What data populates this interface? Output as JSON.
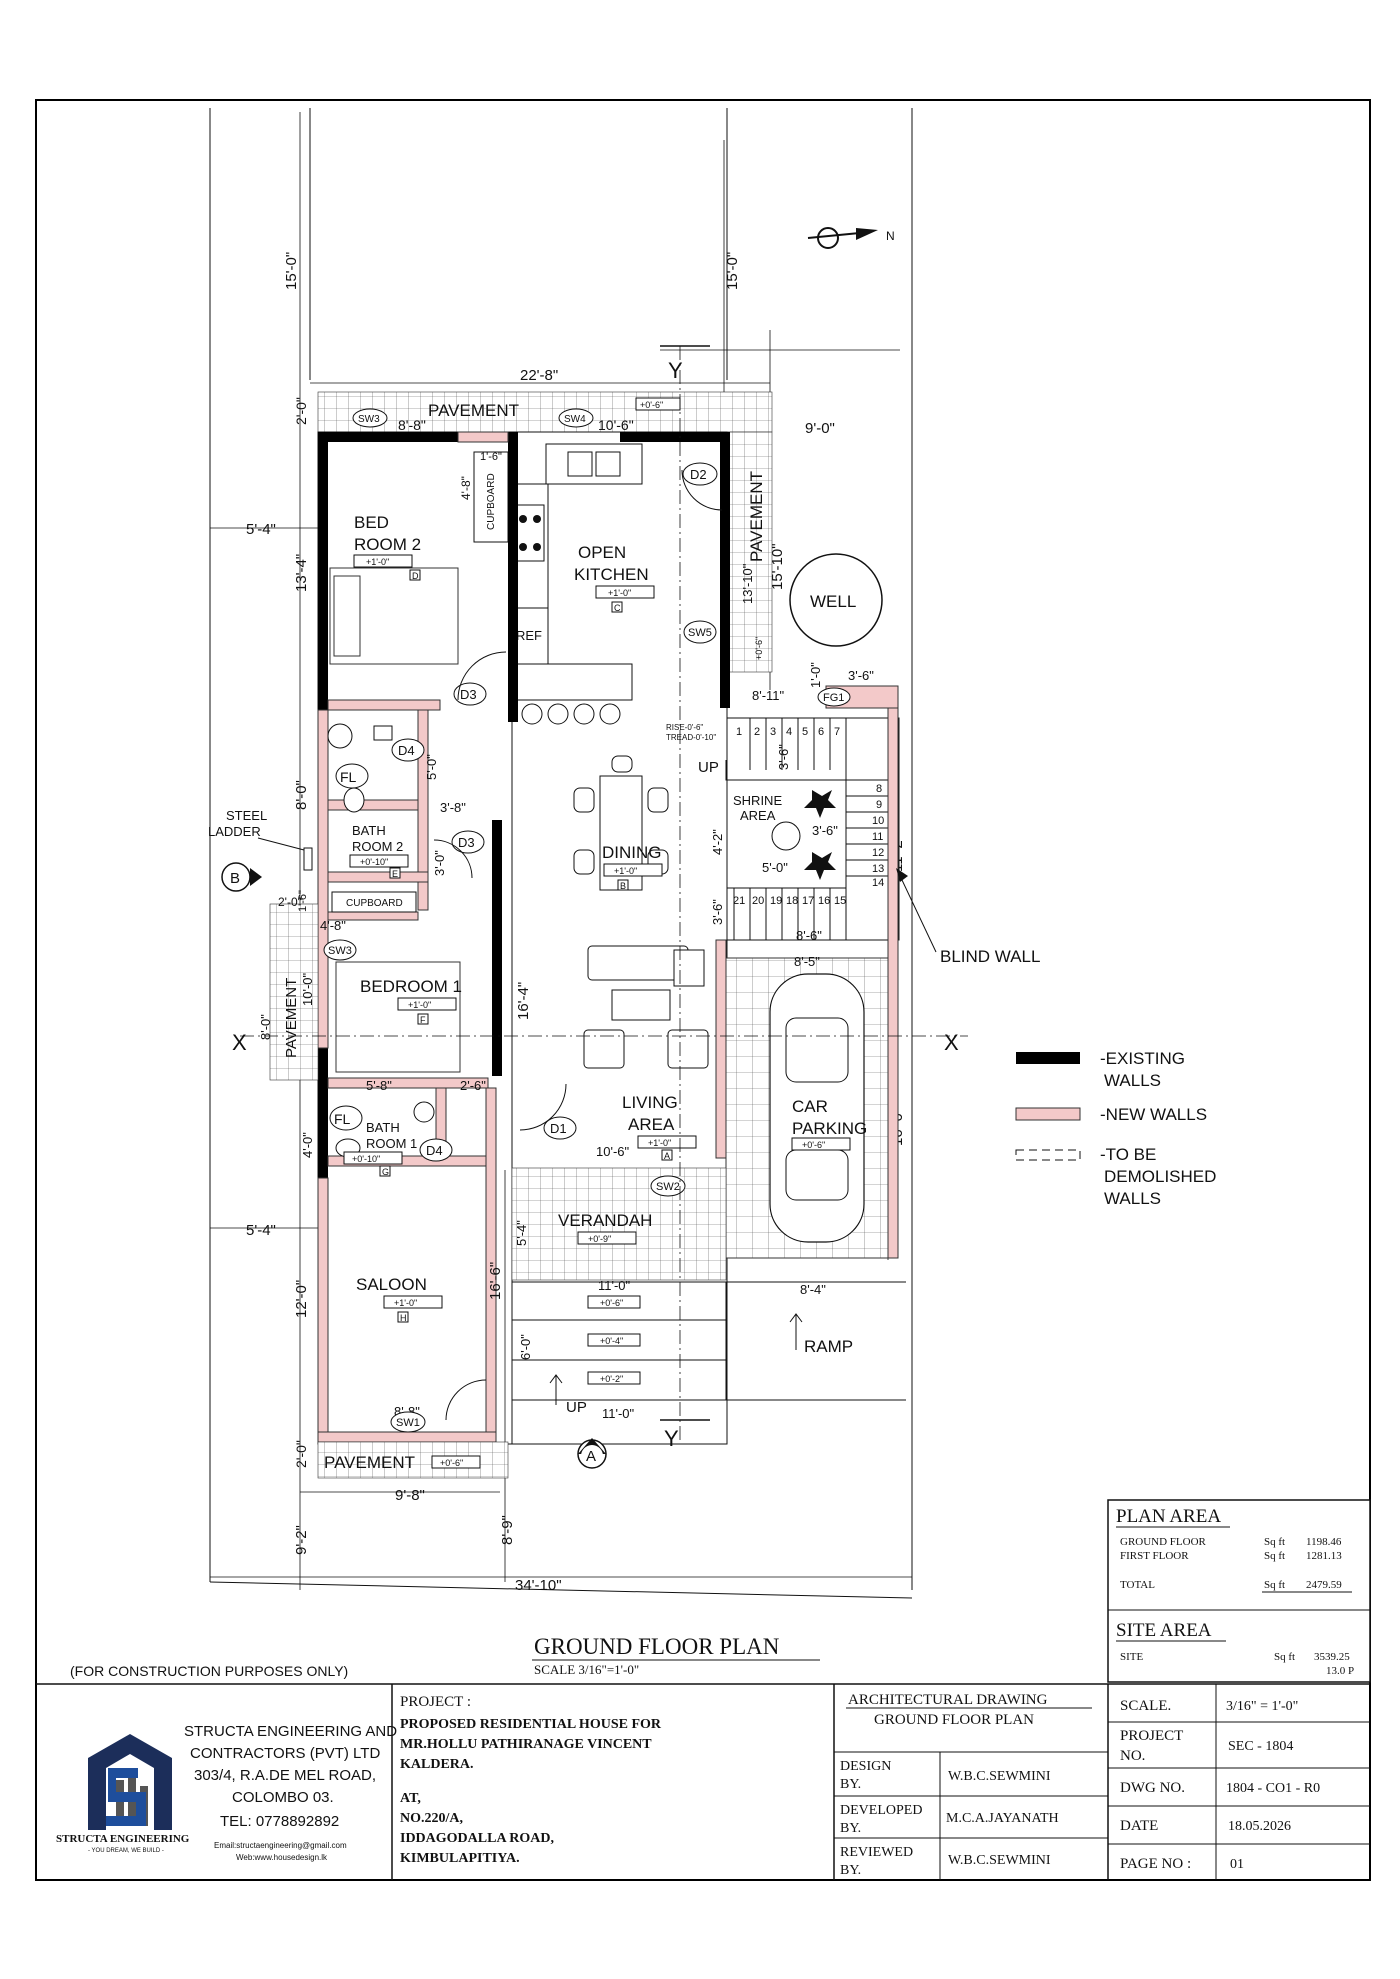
{
  "plan": {
    "north": "N",
    "dims": {
      "d_15_0_left": "15'-0\"",
      "d_15_0_mid": "15'-0\"",
      "d_22_8": "22'-8\"",
      "d_8_8_top": "8'-8\"",
      "d_10_6_top": "10'-6\"",
      "d_9_0": "9'-0\"",
      "d_2_0_top": "2'-0\"",
      "d_5_4_top": "5'-4\"",
      "d_13_4": "13'-4\"",
      "d_4_8_cb": "4'-8\"",
      "d_1_6": "1'-6\"",
      "d_15_10": "15'-10\"",
      "d_13_10": "13'-10\"",
      "d_1_0": "1'-0\"",
      "d_3_6_fg": "3'-6\"",
      "d_8_11": "8'-11\"",
      "d_8_0_left": "8'-0\"",
      "d_5_0_bath": "5'-0\"",
      "d_3_8": "3'-8\"",
      "d_3_0": "3'-0\"",
      "d_4_2": "4'-2\"",
      "d_3_6_shr": "3'-6\"",
      "d_3_6_s2": "3'-6\"",
      "d_5_0_shr": "5'-0\"",
      "d_3_6_stair": "3'-6\"",
      "d_11_2": "11'-2\"",
      "d_8_6": "8'-6\"",
      "d_2_0_pav": "2'-0\"",
      "d_1_6_b": "1'-6\"",
      "d_4_8_b": "4'-8\"",
      "d_8_0_pav": "8'-0\"",
      "d_10_0": "10'-0\"",
      "d_16_4": "16'-4\"",
      "d_8_5": "8'-5\"",
      "d_5_8": "5'-8\"",
      "d_2_6": "2'-6\"",
      "d_4_0": "4'-0\"",
      "d_16_0": "16'-0\"",
      "d_10_6_liv": "10'-6\"",
      "d_5_4_bot": "5'-4\"",
      "d_5_4_ver": "5'-4\"",
      "d_16_6": "16'-6\"",
      "d_12_0": "12'-0\"",
      "d_11_0_top": "11'-0\"",
      "d_8_4": "8'-4\"",
      "d_6_0": "6'-0\"",
      "d_11_0_bot": "11'-0\"",
      "d_8_8_bot": "8'-8\"",
      "d_2_0_bot": "2'-0\"",
      "d_9_8": "9'-8\"",
      "d_9_2": "9'-2\"",
      "d_8_9": "8'-9\"",
      "d_34_10": "34'-10\""
    },
    "rooms": {
      "bedroom2_a": "BED",
      "bedroom2_b": "ROOM 2",
      "kitchen_a": "OPEN",
      "kitchen_b": "KITCHEN",
      "well": "WELL",
      "ref": "REF",
      "dining": "DINING",
      "shrine_a": "SHRINE",
      "shrine_b": "AREA",
      "bath2_a": "BATH",
      "bath2_b": "ROOM 2",
      "cupboard_a": "CUPBOARD",
      "cupboard_b": "CUPBOARD",
      "bedroom1": "BEDROOM 1",
      "living_a": "LIVING",
      "living_b": "AREA",
      "car_a": "CAR",
      "car_b": "PARKING",
      "bath1_a": "BATH",
      "bath1_b": "ROOM 1",
      "verandah": "VERANDAH",
      "saloon": "SALOON",
      "ramp": "RAMP",
      "pavement_top": "PAVEMENT",
      "pavement_right": "PAVEMENT",
      "pavement_left": "PAVEMENT",
      "pavement_bot": "PAVEMENT",
      "steel_a": "STEEL",
      "steel_b": "LADDER",
      "blind_wall": "BLIND WALL",
      "up1": "UP",
      "up2": "UP",
      "rise": "RISE-0'-6\"",
      "tread": "TREAD-0'-10\""
    },
    "levels": {
      "pav_top": "+0'-6\"",
      "bed2": "+1'-0\"",
      "kitchen": "+1'-0\"",
      "pav_right": "+0'-6\"",
      "bath2": "+0'-10\"",
      "dining": "+1'-0\"",
      "bed1": "+1'-0\"",
      "bath1": "+0'-10\"",
      "living": "+1'-0\"",
      "car": "+0'-6\"",
      "verandah": "+0'-9\"",
      "saloon": "+1'-0\"",
      "step1": "+0'-6\"",
      "step2": "+0'-4\"",
      "step3": "+0'-2\"",
      "pav_bot": "+0'-6\""
    },
    "letters": {
      "D": "D",
      "C": "C",
      "E": "E",
      "B": "B",
      "F": "F",
      "G": "G",
      "A": "A",
      "H": "H"
    },
    "tags": {
      "sw3_top": "SW3",
      "sw4": "SW4",
      "d2": "D2",
      "sw5": "SW5",
      "d3_bed2": "D3",
      "fg1": "FG1",
      "d4_bath2": "D4",
      "fl_bath2": "FL",
      "d3_bath": "D3",
      "sw3_left": "SW3",
      "fl_bath1": "FL",
      "d4_bath1": "D4",
      "d1": "D1",
      "sw2": "SW2",
      "sw1": "SW1"
    },
    "stair_nums": [
      "1",
      "2",
      "3",
      "4",
      "5",
      "6",
      "7",
      "8",
      "9",
      "10",
      "11",
      "12",
      "13",
      "14",
      "15",
      "16",
      "17",
      "18",
      "19",
      "20",
      "21"
    ],
    "axes": {
      "y_top": "Y",
      "y_bot": "Y",
      "x_left": "X",
      "x_right": "X",
      "a": "A",
      "b": "B"
    }
  },
  "legend": {
    "existing_a": "-EXISTING",
    "existing_b": "WALLS",
    "new": "-NEW WALLS",
    "demo_a": "-TO BE",
    "demo_b": "DEMOLISHED",
    "demo_c": "WALLS"
  },
  "titles": {
    "plan_title": "GROUND FLOOR PLAN",
    "scale": "SCALE 3/16\"=1'-0\"",
    "construction_note": "(FOR CONSTRUCTION PURPOSES ONLY)"
  },
  "area_box": {
    "plan_area_title": "PLAN AREA",
    "ground_floor": "GROUND FLOOR",
    "first_floor": "FIRST FLOOR",
    "total": "TOTAL",
    "unit_gf": "Sq ft",
    "unit_ff": "Sq ft",
    "unit_total": "Sq ft",
    "gf_value": "1198.46",
    "ff_value": "1281.13",
    "total_value": "2479.59",
    "site_area_title": "SITE AREA",
    "site": "SITE",
    "site_unit": "Sq ft",
    "site_value": "3539.25",
    "site_perches": "13.0 P"
  },
  "company": {
    "logo_text": "STRUCTA ENGINEERING",
    "logo_tagline": "- YOU DREAM, WE BUILD -",
    "line1": "STRUCTA ENGINEERING AND",
    "line2": "CONTRACTORS  (PVT) LTD",
    "line3": "303/4, R.A.DE MEL ROAD,",
    "line4": "COLOMBO 03.",
    "tel": "TEL: 0778892892",
    "email": "Email:structaengineering@gmail.com",
    "web": "Web:www.housedesign.lk"
  },
  "project": {
    "label": "PROJECT :",
    "line1": "PROPOSED RESIDENTIAL HOUSE FOR",
    "line2": "MR.HOLLU  PATHIRANAGE VINCENT",
    "line3": "KALDERA.",
    "at": "AT,",
    "addr1": "NO.220/A,",
    "addr2": "IDDAGODALLA ROAD,",
    "addr3": "KIMBULAPITIYA."
  },
  "drawing": {
    "type": "ARCHITECTURAL DRAWING",
    "name": "GROUND FLOOR PLAN",
    "design_label_a": "DESIGN",
    "design_label_b": "BY.",
    "design_value": "W.B.C.SEWMINI",
    "developed_label_a": "DEVELOPED",
    "developed_label_b": "BY.",
    "developed_value": "M.C.A.JAYANATH",
    "reviewed_label_a": "REVIEWED",
    "reviewed_label_b": "BY.",
    "reviewed_value": "W.B.C.SEWMINI"
  },
  "meta": {
    "scale_label": "SCALE.",
    "scale_value": "3/16\" = 1'-0\"",
    "project_no_label_a": "PROJECT",
    "project_no_label_b": "NO.",
    "project_no_value": "SEC - 1804",
    "dwg_label": "DWG NO.",
    "dwg_value": "1804 - CO1 - R0",
    "date_label": "DATE",
    "date_value": "18.05.2026",
    "page_label": "PAGE NO :",
    "page_value": "01"
  },
  "colors": {
    "new_wall_fill": "#f3c9c9",
    "logo_blue": "#1e4e9c",
    "logo_dark": "#1c2e5a"
  }
}
